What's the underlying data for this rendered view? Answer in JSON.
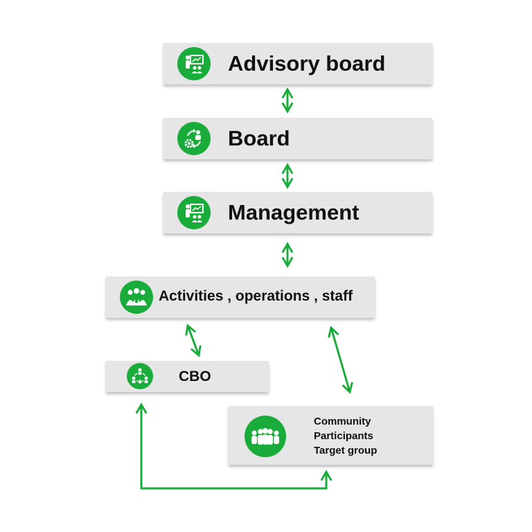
{
  "colors": {
    "accent": "#1aac3a",
    "box": "#e6e6e6",
    "text": "#111111"
  },
  "nodes": {
    "advisory": {
      "label": "Advisory board",
      "icon": "presentation-icon"
    },
    "board": {
      "label": "Board",
      "icon": "cycle-process-icon"
    },
    "management": {
      "label": "Management",
      "icon": "presentation-icon"
    },
    "activities": {
      "label": "Activities , operations , staff",
      "icon": "team-icon"
    },
    "cbo": {
      "label": "CBO",
      "icon": "network-icon"
    },
    "community": {
      "lines": [
        "Community",
        "Participants",
        "Target group"
      ],
      "icon": "group-icon"
    }
  },
  "edges": [
    {
      "from": "advisory",
      "to": "board",
      "direction": "both"
    },
    {
      "from": "board",
      "to": "management",
      "direction": "both"
    },
    {
      "from": "management",
      "to": "activities",
      "direction": "both"
    },
    {
      "from": "activities",
      "to": "cbo",
      "direction": "both"
    },
    {
      "from": "activities",
      "to": "community",
      "direction": "both"
    },
    {
      "from": "cbo",
      "to": "community",
      "direction": "both"
    }
  ]
}
